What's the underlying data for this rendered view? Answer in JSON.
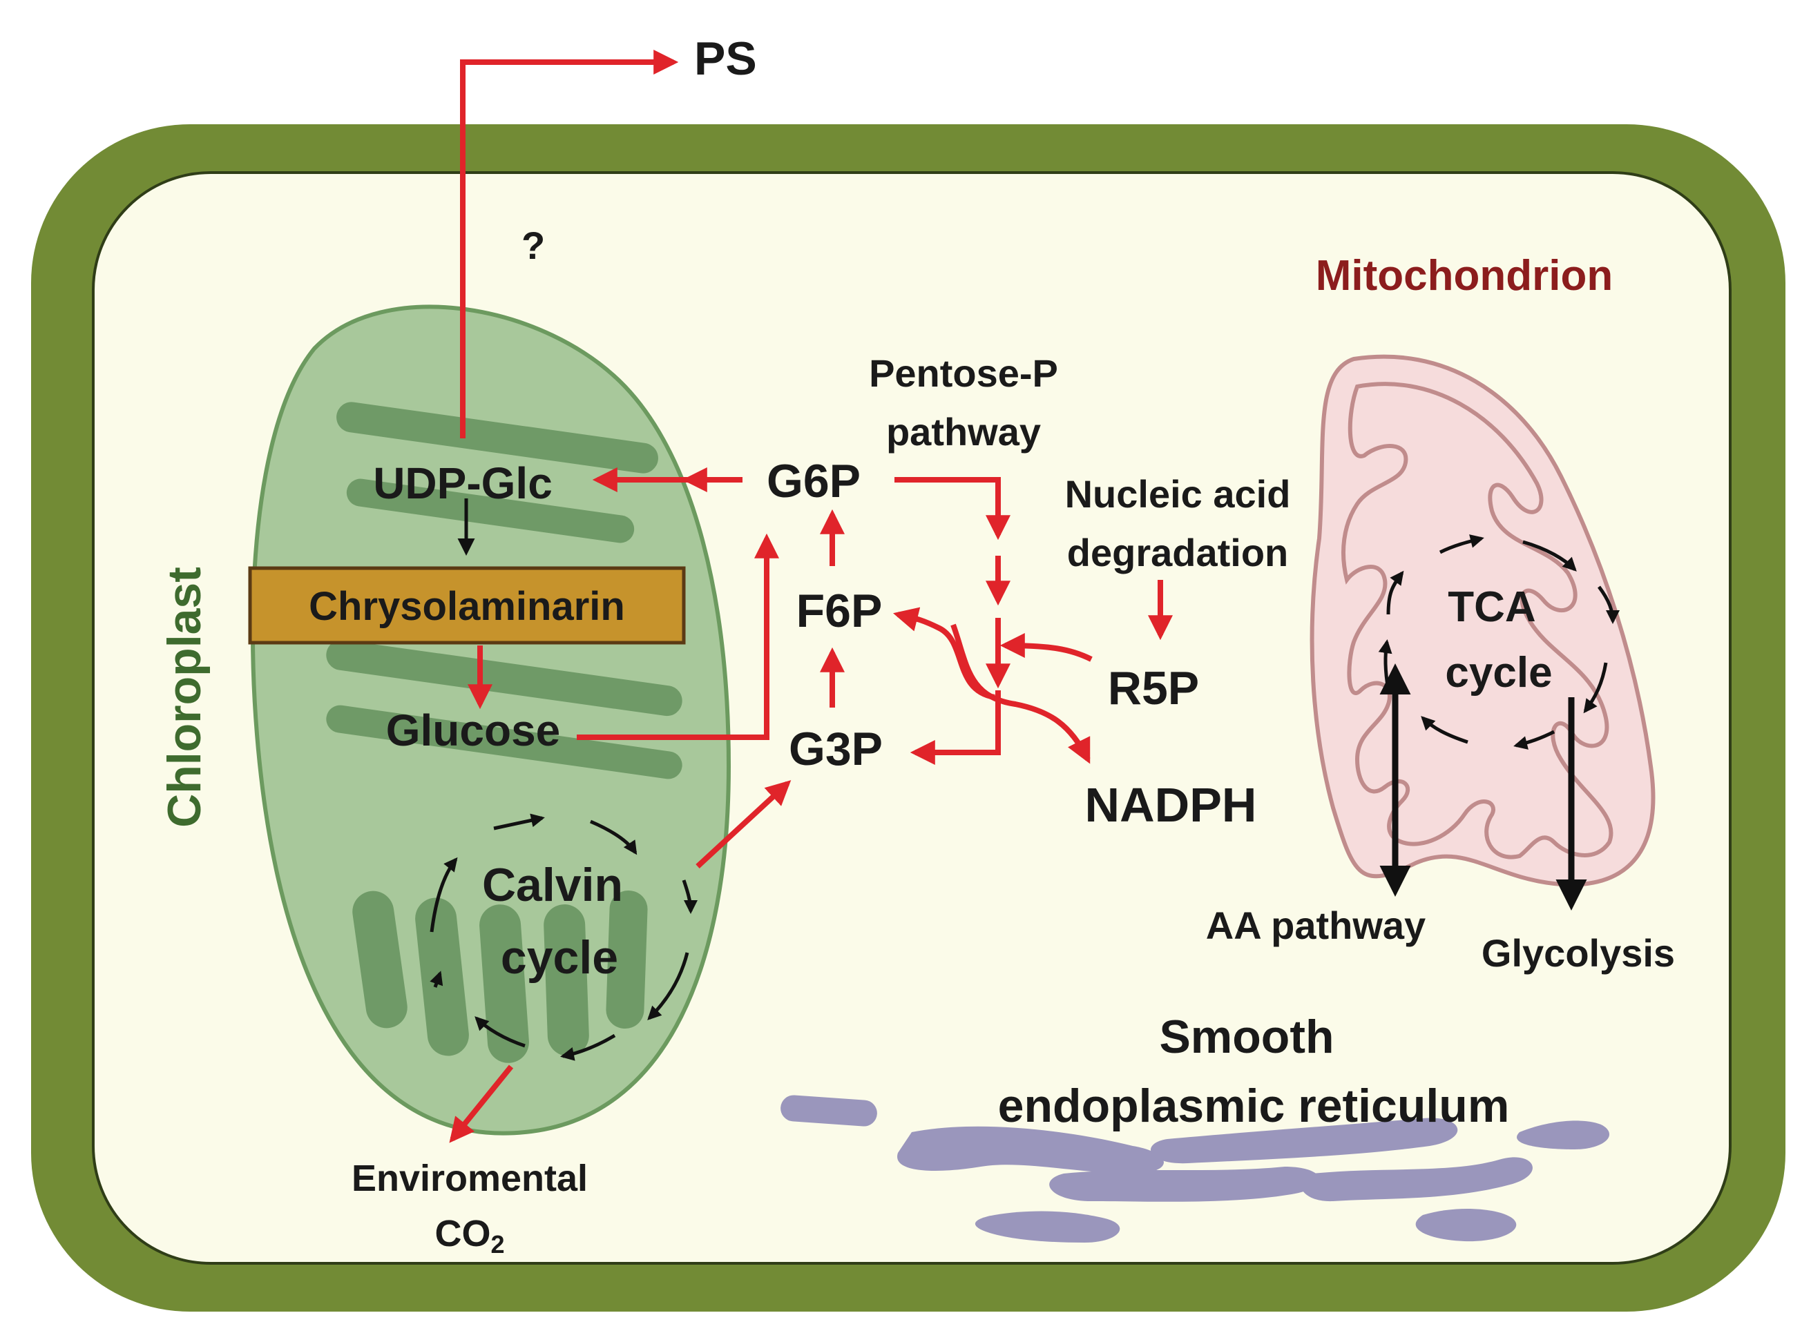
{
  "labels": {
    "ps": "PS",
    "question": "?",
    "mitochondrion": "Mitochondrion",
    "chloroplast": "Chloroplast",
    "udp_glc": "UDP-Glc",
    "chrysolaminarin": "Chrysolaminarin",
    "glucose": "Glucose",
    "calvin_1": "Calvin",
    "calvin_2": "cycle",
    "enviromental": "Enviromental",
    "co2": "CO",
    "co2_sub": "2",
    "g6p": "G6P",
    "f6p": "F6P",
    "g3p": "G3P",
    "pentose_1": "Pentose-P",
    "pentose_2": "pathway",
    "nucleic_1": "Nucleic acid",
    "nucleic_2": "degradation",
    "r5p": "R5P",
    "nadph": "NADPH",
    "tca_1": "TCA",
    "tca_2": "cycle",
    "aa_pathway": "AA pathway",
    "glycolysis": "Glycolysis",
    "ser_1": "Smooth",
    "ser_2": "endoplasmic reticulum"
  },
  "colors": {
    "cell_wall": "#728b35",
    "cytoplasm": "#fbfbe9",
    "chloroplast": "#a8c89b",
    "thylakoid": "#6f9a67",
    "chrysolaminarin_box": "#c6932c",
    "mitochondrion": "#f6dcdc",
    "mito_membrane": "#c08c8c",
    "er": "#9a96bc",
    "red_arrow": "#e0242a",
    "black_arrow": "#111111"
  }
}
